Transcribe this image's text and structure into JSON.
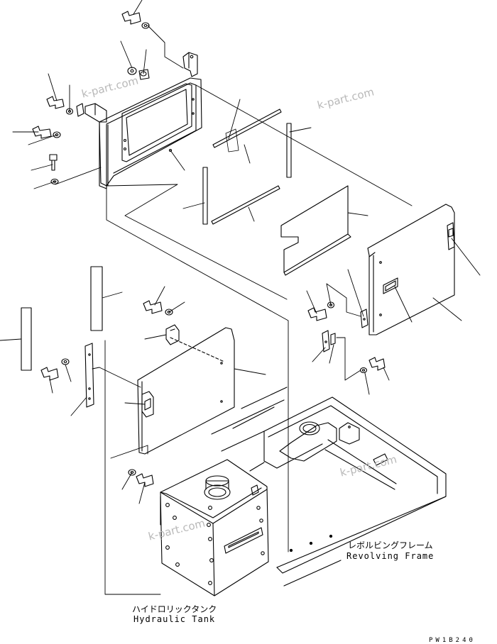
{
  "watermark": "k-part.com",
  "labels": {
    "revolving_frame_jp": "レボルビングフレーム",
    "revolving_frame_en": "Revolving Frame",
    "hydraulic_tank_jp": "ハイドロリックタンク",
    "hydraulic_tank_en": "Hydraulic Tank"
  },
  "drawing_code": "PW1B240"
}
